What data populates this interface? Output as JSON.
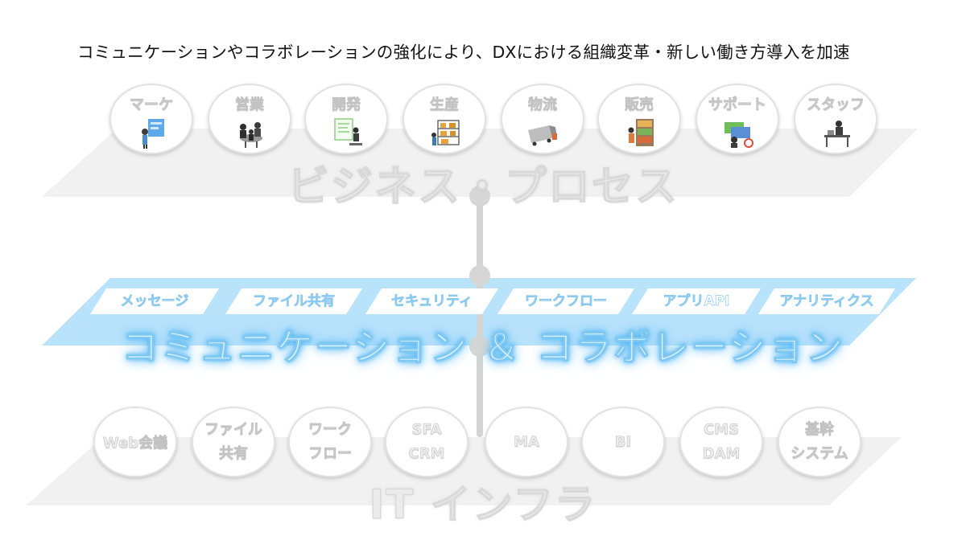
{
  "headline": "コミュニケーションやコラボレーションの強化により、DXにおける組織変革・新しい働き方導入を加速",
  "business_layer": {
    "title": "ビジネス・プロセス",
    "items": [
      {
        "label": "マーケ",
        "icon": "marketing-icon"
      },
      {
        "label": "営業",
        "icon": "sales-meeting-icon"
      },
      {
        "label": "開発",
        "icon": "development-icon"
      },
      {
        "label": "生産",
        "icon": "production-warehouse-icon"
      },
      {
        "label": "物流",
        "icon": "logistics-truck-icon"
      },
      {
        "label": "販売",
        "icon": "retail-shelf-icon"
      },
      {
        "label": "サポート",
        "icon": "support-icon"
      },
      {
        "label": "スタッフ",
        "icon": "staff-desk-icon"
      }
    ]
  },
  "collab_layer": {
    "title": "コミュニケーション ＆ コラボレーション",
    "chips": [
      "メッセージ",
      "ファイル共有",
      "セキュリティ",
      "ワークフロー",
      "アプリAPI",
      "アナリティクス"
    ]
  },
  "it_layer": {
    "title": "IT インフラ",
    "items": [
      {
        "line1": "Web会議",
        "line2": ""
      },
      {
        "line1": "ファイル",
        "line2": "共有"
      },
      {
        "line1": "ワーク",
        "line2": "フロー"
      },
      {
        "line1": "SFA",
        "line2": "CRM"
      },
      {
        "line1": "MA",
        "line2": ""
      },
      {
        "line1": "BI",
        "line2": ""
      },
      {
        "line1": "CMS",
        "line2": "DAM"
      },
      {
        "line1": "基幹",
        "line2": "システム"
      }
    ]
  },
  "colors": {
    "plane_gray": "#f1f1f1",
    "plane_blue": "#b9e2fb",
    "connector": "#d4d4d4",
    "glow_blue": "#44aef0"
  }
}
